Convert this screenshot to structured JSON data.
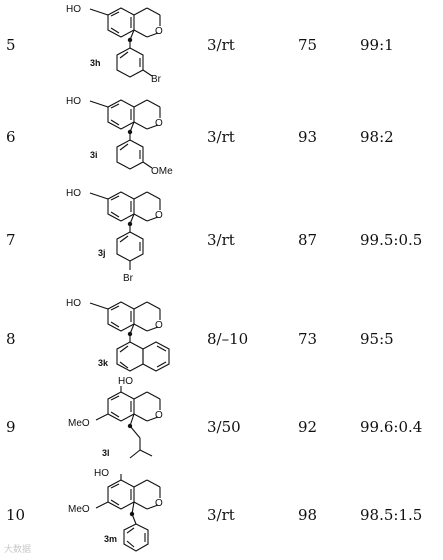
{
  "rows": [
    {
      "entry": "5",
      "compound": "3h",
      "conditions": "3/rt",
      "yield": "75",
      "er": "99:1",
      "substituent_label": "Br"
    },
    {
      "entry": "6",
      "compound": "3i",
      "conditions": "3/rt",
      "yield": "93",
      "er": "98:2",
      "substituent_label": "OMe"
    },
    {
      "entry": "7",
      "compound": "3j",
      "conditions": "3/rt",
      "yield": "87",
      "er": "99.5:0.5",
      "substituent_label": "Br"
    },
    {
      "entry": "8",
      "compound": "3k",
      "conditions": "8/–10",
      "yield": "73",
      "er": "95:5"
    },
    {
      "entry": "9",
      "compound": "3l",
      "conditions": "3/50",
      "yield": "92",
      "er": "99.6:0.4"
    },
    {
      "entry": "10",
      "compound": "3m",
      "conditions": "3/rt",
      "yield": "98",
      "er": "98.5:1.5"
    }
  ],
  "structure_labels": {
    "hydroxyl": "HO",
    "ring_oxygen": "O",
    "methoxy": "MeO"
  },
  "watermark": "大数据"
}
